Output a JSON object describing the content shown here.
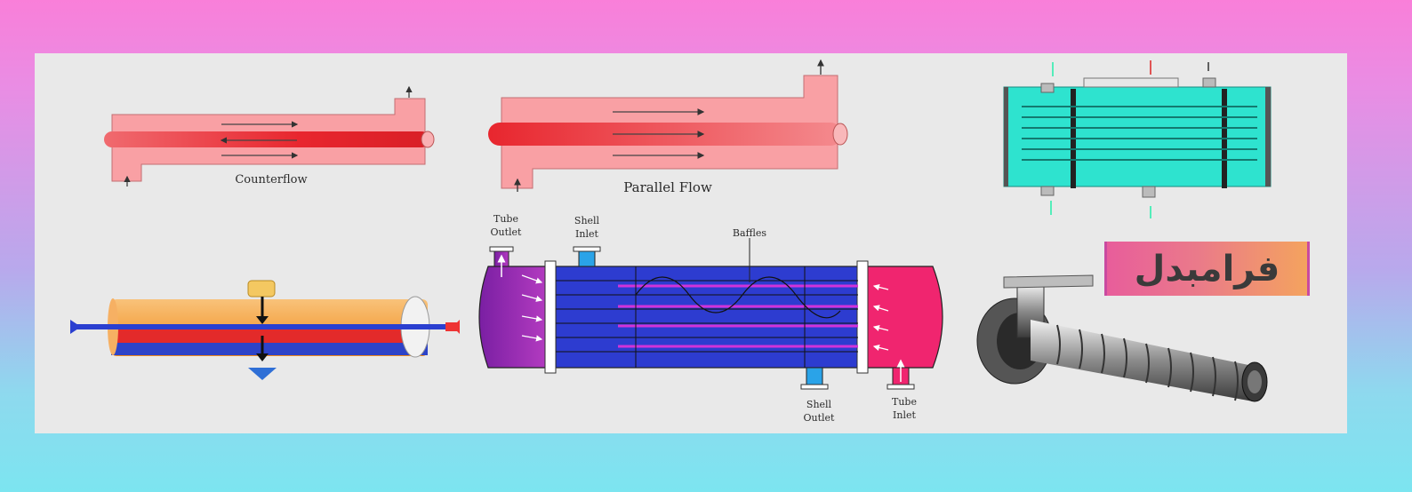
{
  "diagrams": {
    "counterflow": {
      "label": "Counterflow"
    },
    "parallel_flow": {
      "label": "Parallel Flow"
    },
    "shell_and_tube": {
      "tube_outlet": [
        "Tube",
        "Outlet"
      ],
      "shell_inlet": [
        "Shell",
        "Inlet"
      ],
      "baffles": "Baffles",
      "shell_outlet": [
        "Shell",
        "Outlet"
      ],
      "tube_inlet": [
        "Tube",
        "Inlet"
      ]
    }
  },
  "brand": {
    "text": "فرامبدل"
  },
  "colors": {
    "background_top": "#f97fd9",
    "background_bottom": "#7ce5f0",
    "panel": "#e9e9e9",
    "shell_pink": "#f9a0a4",
    "tube_red": "#e8262e",
    "shell_blue": "#2d3cd0",
    "tube_magenta": "#d133d9",
    "cutaway_teal": "#2ee3cf"
  }
}
